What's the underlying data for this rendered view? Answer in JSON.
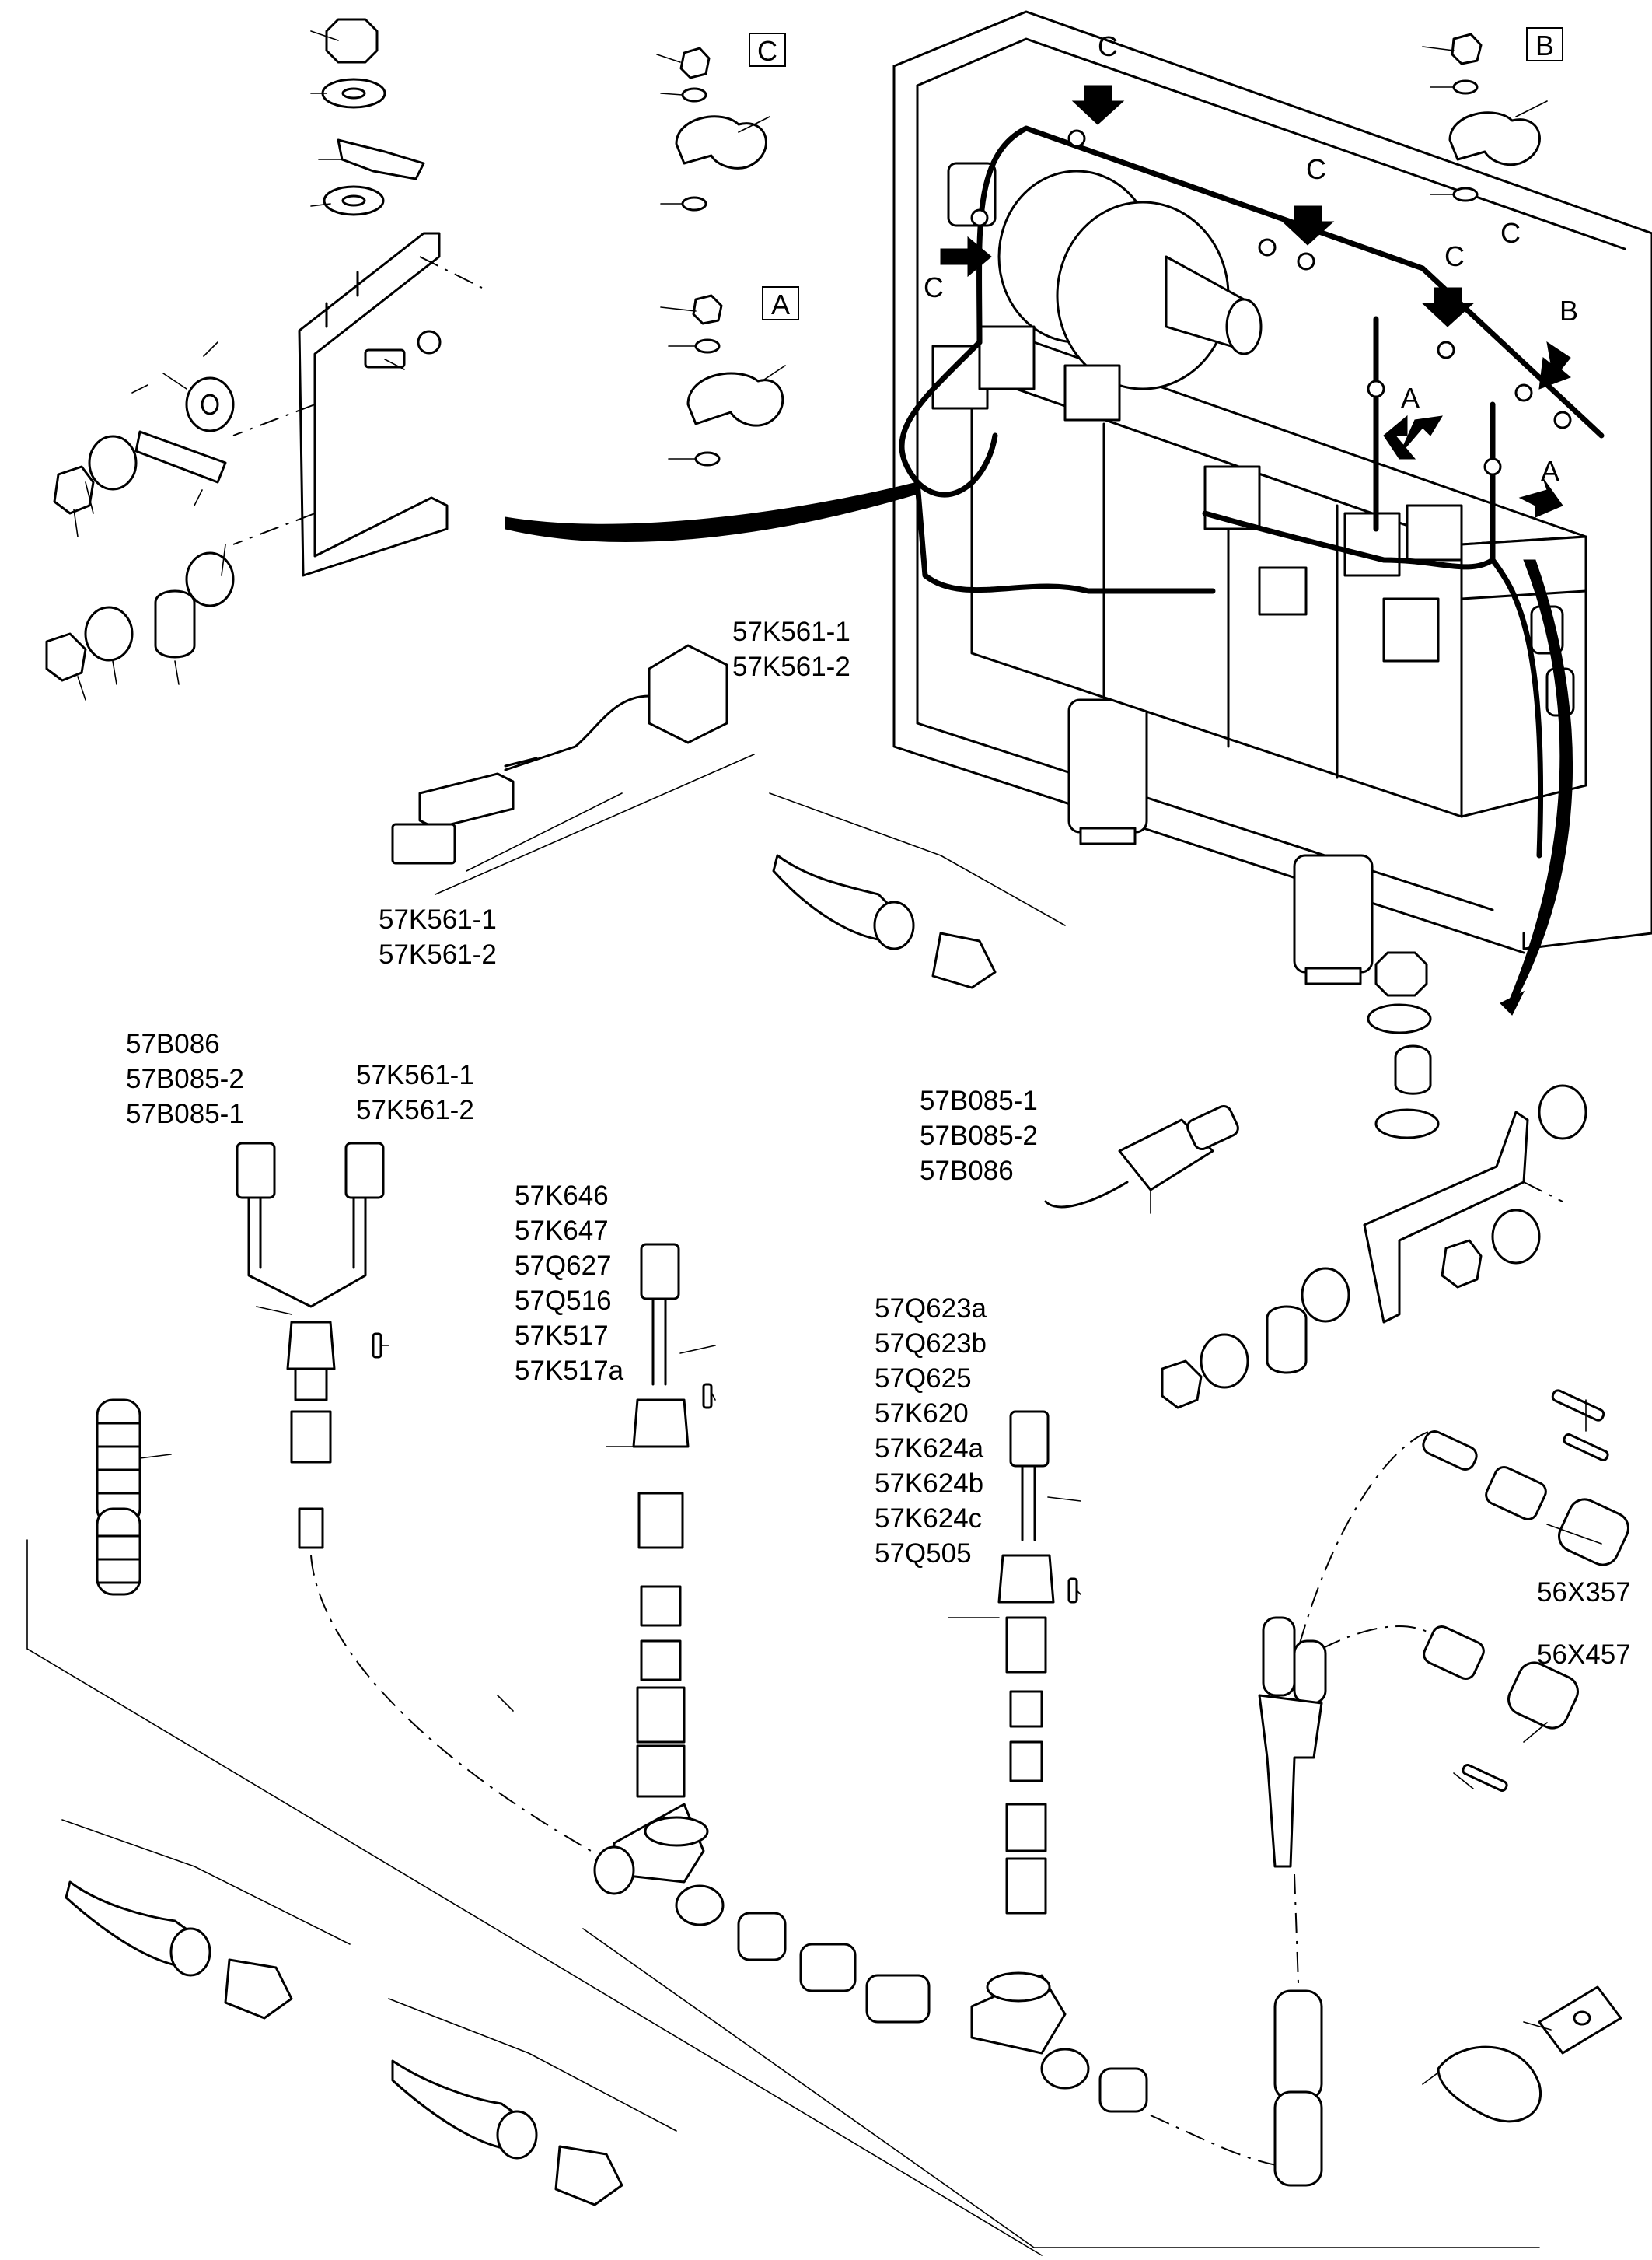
{
  "detail_boxes": {
    "A": "A",
    "B": "B",
    "C": "C"
  },
  "view_markers": [
    "C",
    "C",
    "C",
    "C",
    "C",
    "B",
    "A",
    "A"
  ],
  "groups": {
    "top_center_connector": [
      "57K561-1",
      "57K561-2"
    ],
    "top_left_cable": [
      "57K561-1",
      "57K561-2"
    ],
    "left_pressure_sensors": [
      "57B086",
      "57B085-2",
      "57B085-1"
    ],
    "left_solenoid_pair": [
      "57K561-1",
      "57K561-2"
    ],
    "center_solenoids": [
      "57K646",
      "57K647",
      "57Q627",
      "57Q516",
      "57K517",
      "57K517a"
    ],
    "right_sensors": [
      "57B085-1",
      "57B085-2",
      "57B086"
    ],
    "right_solenoids": [
      "57Q623a",
      "57Q623b",
      "57Q625",
      "57K620",
      "57K624a",
      "57K624b",
      "57K624c",
      "57Q505"
    ],
    "socket_1": [
      "56X357"
    ],
    "socket_2": [
      "56X457"
    ]
  }
}
